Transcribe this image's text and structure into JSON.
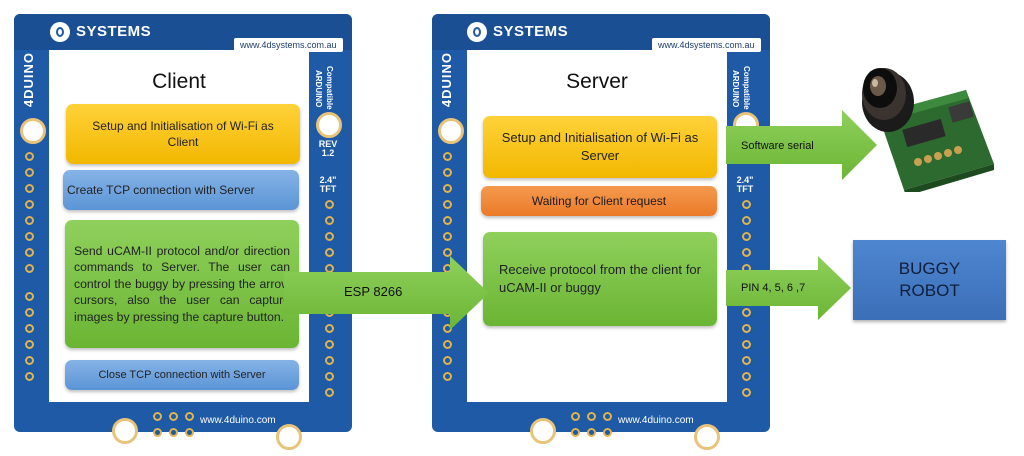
{
  "client_board": {
    "brand": "SYSTEMS",
    "url": "www.4dsystems.com.au",
    "side_left": "4DUINO",
    "side_right_1": "ARDUINO",
    "side_right_2": "Compatible",
    "rev_label": "REV",
    "rev_value": "1.2",
    "size_label": "2.4\"",
    "tft_label": "TFT",
    "bottom_url": "www.4duino.com",
    "title": "Client",
    "boxes": {
      "setup": "Setup and Initialisation of Wi-Fi as Client",
      "tcp_create": "Create TCP connection with Server",
      "send": "Send uCAM-II protocol and/or direction commands to Server. The user can control the buggy by pressing the arrow cursors, also the user can capture images by pressing the capture button.",
      "tcp_close": "Close TCP connection with Server"
    }
  },
  "server_board": {
    "brand": "SYSTEMS",
    "url": "www.4dsystems.com.au",
    "side_left": "4DUINO",
    "side_right_1": "ARDUINO",
    "side_right_2": "Compatible",
    "size_label": "2.4\"",
    "tft_label": "TFT",
    "bottom_url": "www.4duino.com",
    "title": "Server",
    "boxes": {
      "setup": "Setup and Initialisation of Wi-Fi as Server",
      "waiting": "Waiting for Client request",
      "receive": "Receive protocol from the client for uCAM-II or buggy"
    }
  },
  "arrows": {
    "esp": "ESP 8266",
    "software_serial": "Software serial",
    "pins": "PIN 4, 5, 6 ,7"
  },
  "robot": {
    "line1": "BUGGY",
    "line2": "ROBOT"
  },
  "colors": {
    "board": "#1f5aa6",
    "yellow": "#f2b800",
    "blue": "#5b95d6",
    "orange": "#ea7a28",
    "green": "#6bb534",
    "robot": "#3b6fb8"
  }
}
